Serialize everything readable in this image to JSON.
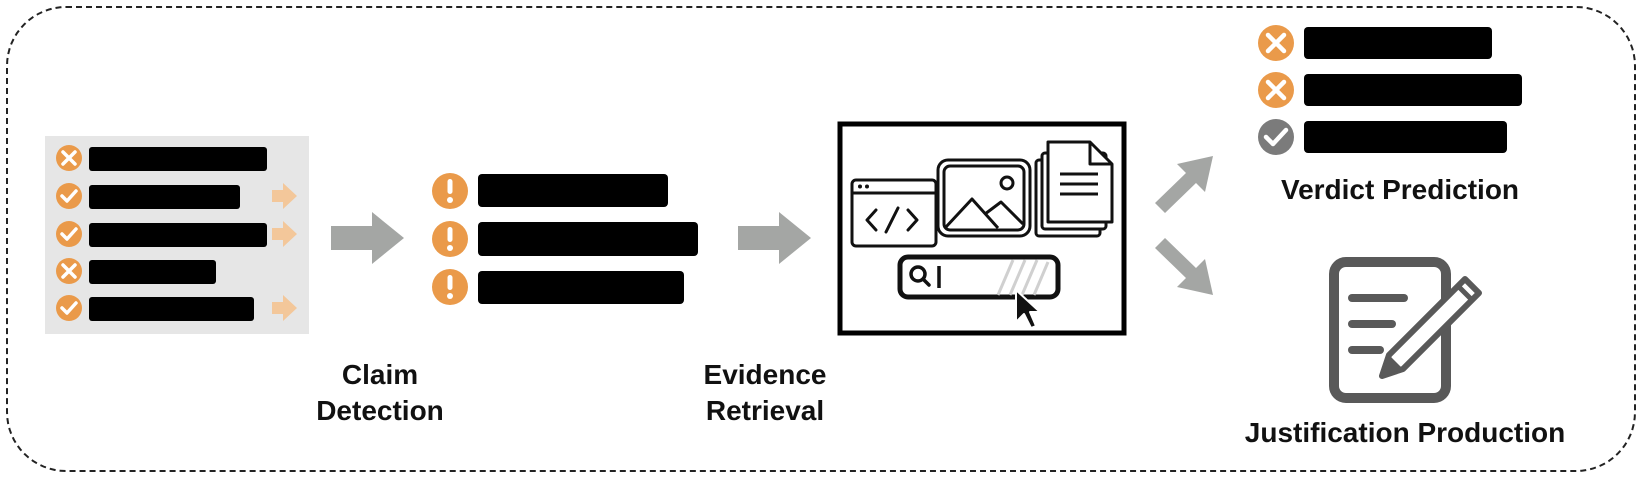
{
  "stages": {
    "claim_detection": "Claim\nDetection",
    "evidence_retrieval": "Evidence\nRetrieval",
    "verdict_prediction": "Verdict Prediction",
    "justification_production": "Justification Production"
  },
  "colors": {
    "accent": "#EA9A4A",
    "check_gray": "#7B7B7B",
    "arrow_gray": "#A4A6A4",
    "panel_bg": "#E6E6E6",
    "bar": "#000000",
    "icon_dark": "#595959"
  },
  "icons": {
    "input_panel": [
      "x-icon",
      "check-icon",
      "check-icon",
      "x-icon",
      "check-icon"
    ],
    "claims": [
      "exclamation-icon",
      "exclamation-icon",
      "exclamation-icon"
    ],
    "verdicts": [
      "x-icon",
      "x-icon",
      "check-icon"
    ],
    "retrieval": [
      "code-window-icon",
      "image-icon",
      "document-icon",
      "search-icon",
      "cursor-icon"
    ],
    "justification": "notepad-pencil-icon"
  }
}
